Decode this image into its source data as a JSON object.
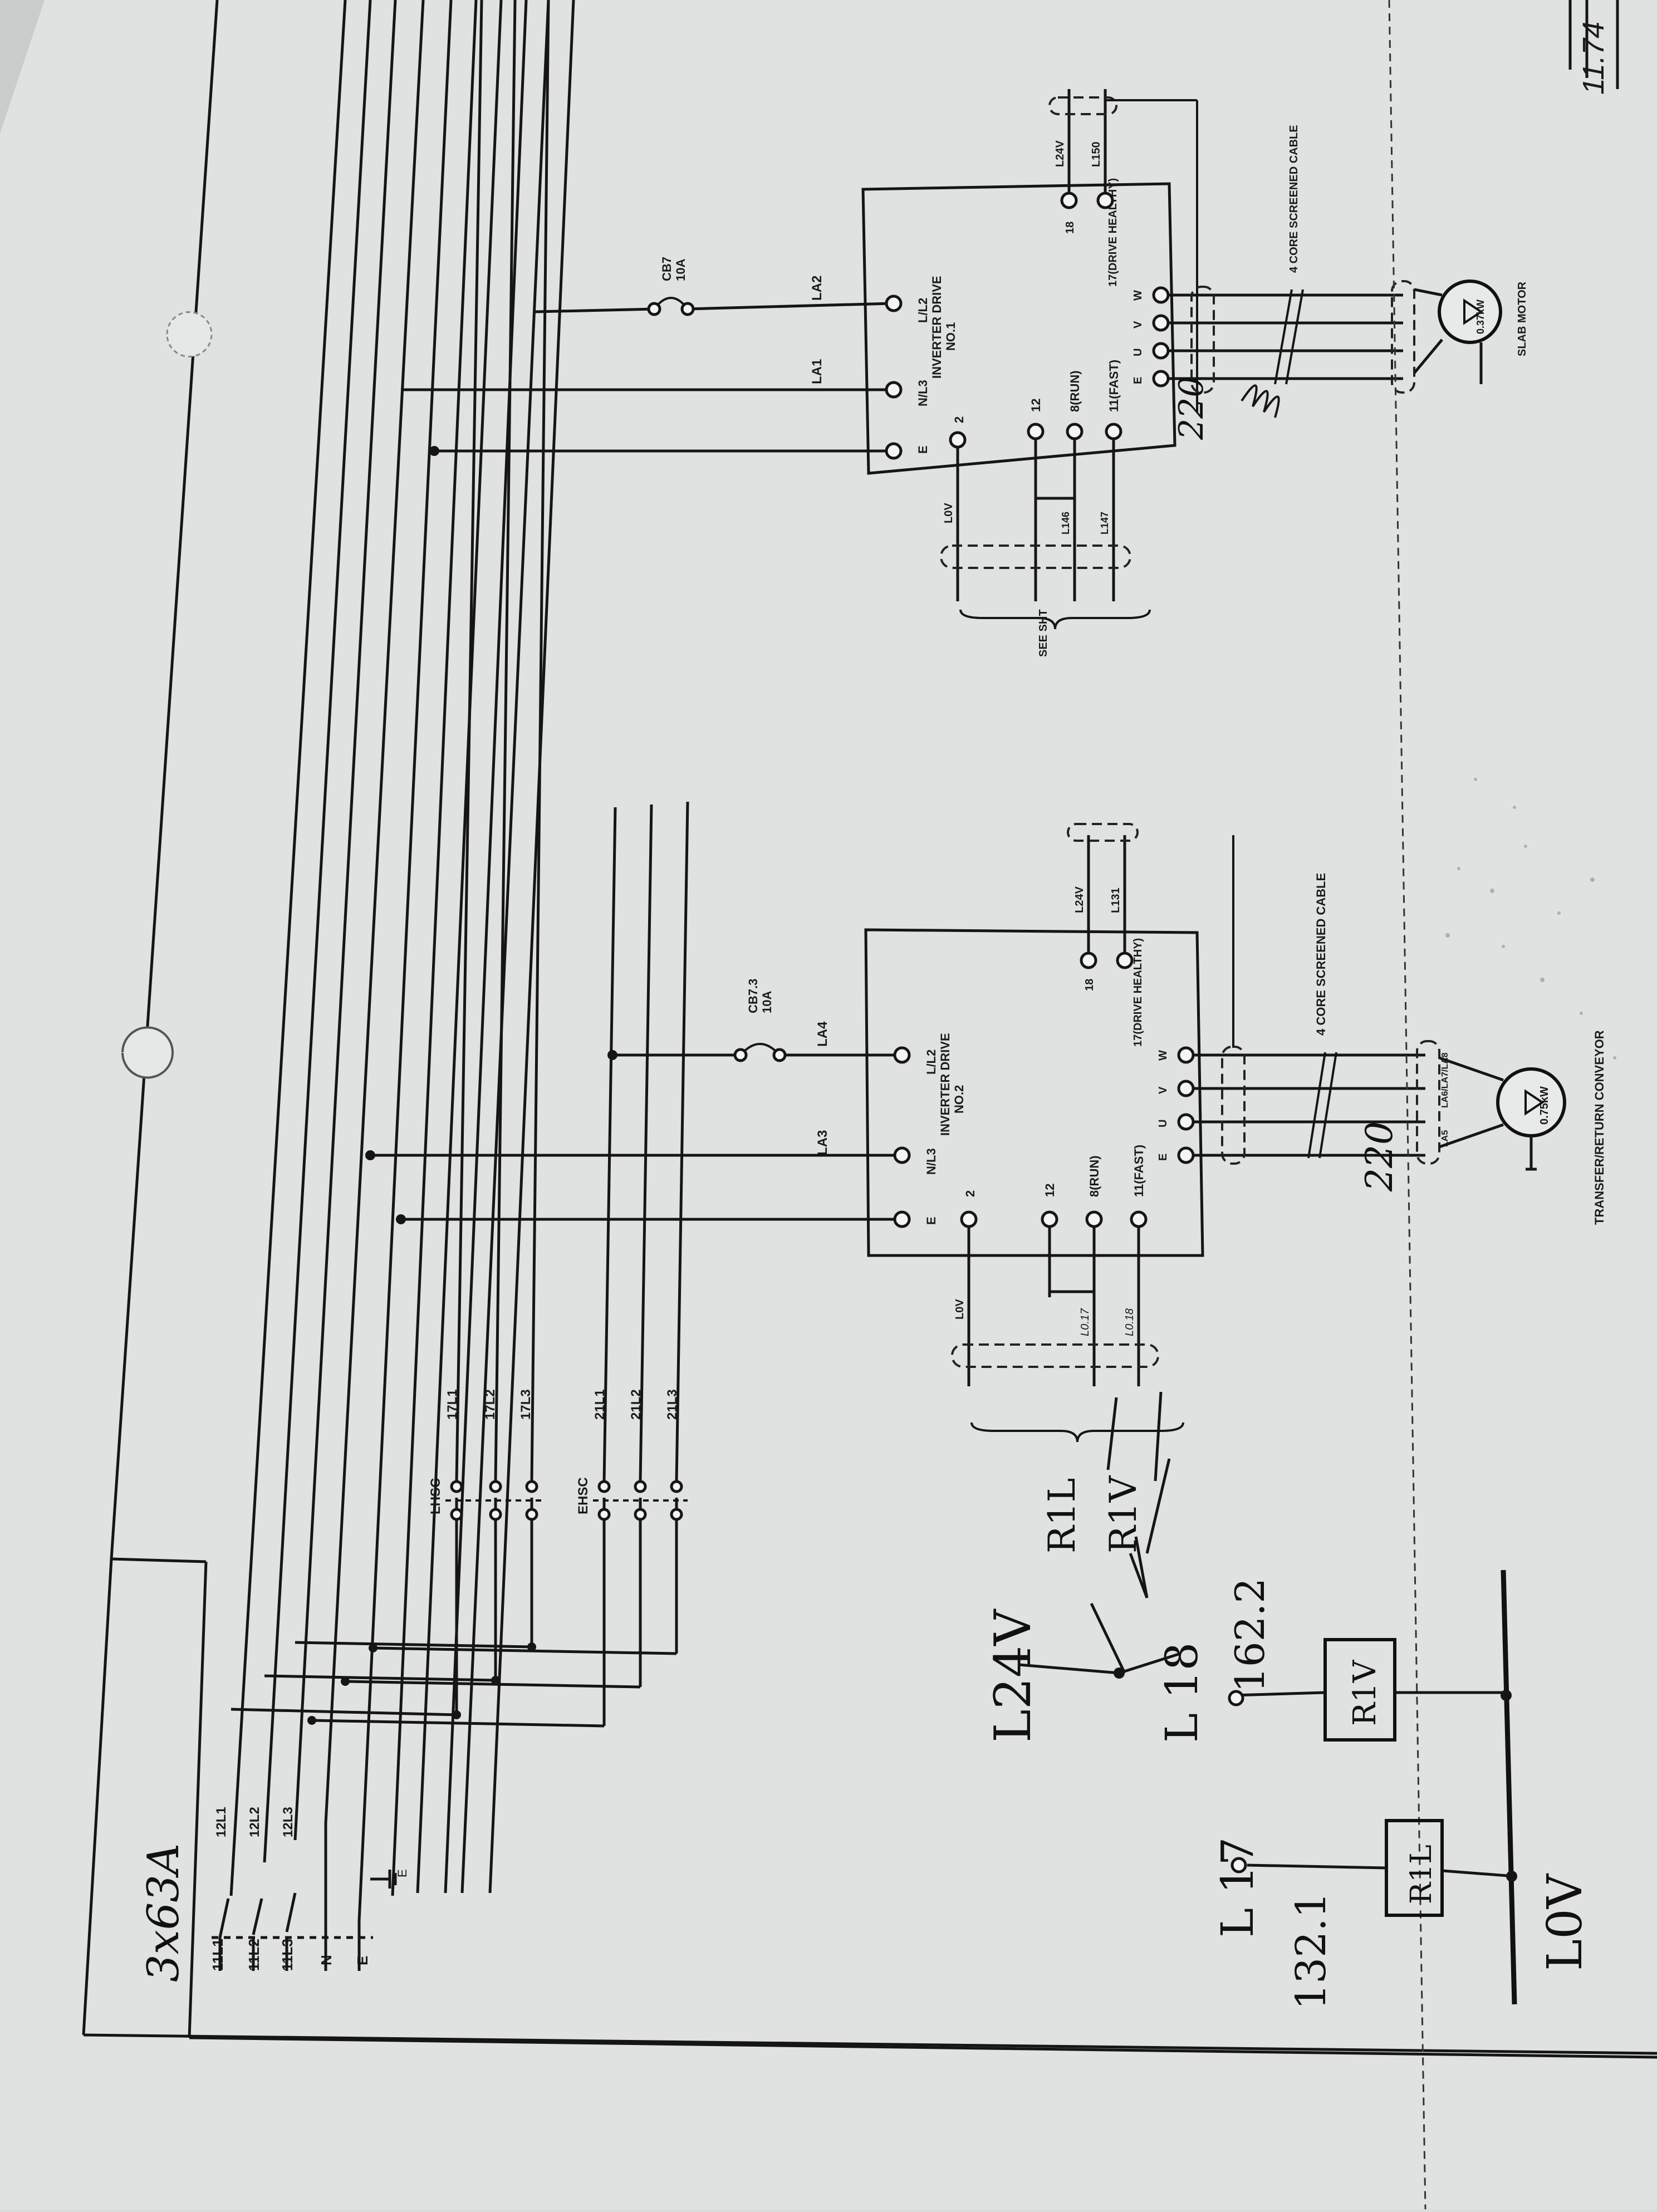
{
  "sheet": {
    "corner_label": "11.74"
  },
  "handwritten": {
    "breaker": "3x63A",
    "l24v": "L24V",
    "l17": "L 17",
    "ref_132": "132.1",
    "l0v": "L0V",
    "l18": "L 18",
    "ref_162": "162.2",
    "r1v": "R1V",
    "r1l": "R1L",
    "box_r1v": "R1V",
    "box_r1l": "R1L",
    "cable_a": "220",
    "cable_b": "220"
  },
  "supply": {
    "lines": [
      "11L1",
      "11L2",
      "11L3",
      "N",
      "E"
    ],
    "outs": [
      "12L1",
      "12L2",
      "12L3"
    ],
    "earth": "E"
  },
  "isolators": [
    {
      "name": "LHSC",
      "outs": [
        "17L1",
        "17L2",
        "17L3"
      ]
    },
    {
      "name": "EHSC",
      "outs": [
        "21L1",
        "21L2",
        "21L3"
      ]
    }
  ],
  "drive2": {
    "name_l1": "INVERTER DRIVE",
    "name_l2": "NO.2",
    "fuse_l1": "CB7.3",
    "fuse_l2": "10A",
    "line_labels": [
      "LA3",
      "LA4"
    ],
    "power_terms": [
      "E",
      "N/L3",
      "L/L2"
    ],
    "ctrl_terms": [
      "2",
      "12",
      "8(RUN)",
      "11(FAST)"
    ],
    "out_terms": [
      "E",
      "U",
      "V",
      "W"
    ],
    "healthy": "17(DRIVE HEALTHY)",
    "t18": "18",
    "wires": [
      "L0V",
      "L0.17",
      "L0.18",
      "L24V",
      "L131"
    ],
    "cable": "4 CORE SCREENED CABLE",
    "motor_rating": "0.75kW",
    "motor_desc": "TRANSFER/RETURN CONVEYOR",
    "cores": [
      "LA5",
      "LA6/LA7/LA8"
    ]
  },
  "drive1": {
    "name_l1": "INVERTER DRIVE",
    "name_l2": "NO.1",
    "fuse_l1": "CB7",
    "fuse_l2": "10A",
    "line_labels": [
      "LA1",
      "LA2"
    ],
    "power_terms": [
      "E",
      "N/L3",
      "L/L2"
    ],
    "ctrl_terms": [
      "2",
      "12",
      "8(RUN)",
      "11(FAST)"
    ],
    "out_terms": [
      "E",
      "U",
      "V",
      "W"
    ],
    "healthy": "17(DRIVE HEALTHY)",
    "t18": "18",
    "wires": [
      "L0V",
      "L146",
      "L147",
      "L24V",
      "L150"
    ],
    "cable": "4 CORE SCREENED CABLE",
    "motor_rating": "0.37kW",
    "motor_desc": "SLAB MOTOR",
    "ref": "SEE SHT"
  }
}
